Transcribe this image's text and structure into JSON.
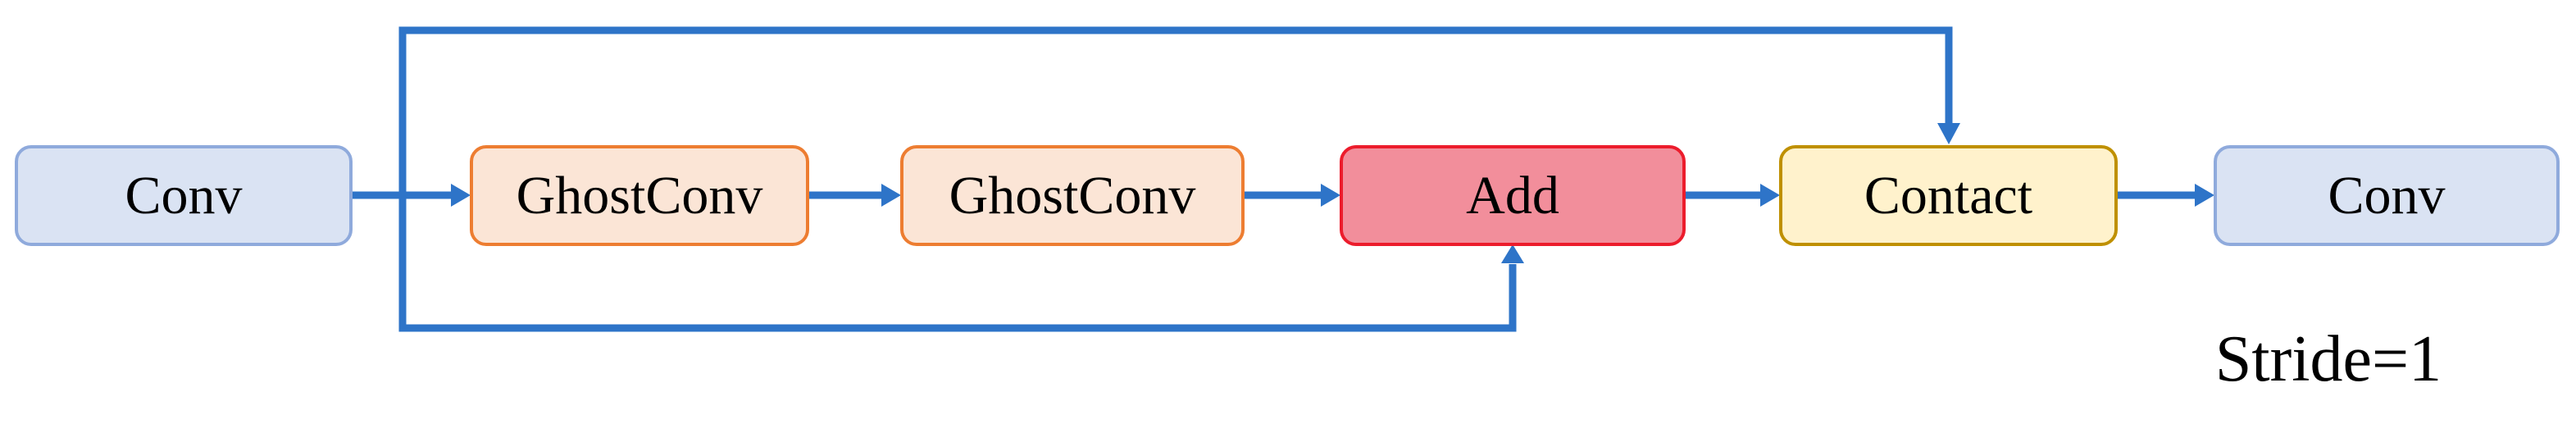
{
  "diagram": {
    "nodes": [
      {
        "id": "conv-in",
        "label": "Conv"
      },
      {
        "id": "ghostconv-1",
        "label": "GhostConv"
      },
      {
        "id": "ghostconv-2",
        "label": "GhostConv"
      },
      {
        "id": "add",
        "label": "Add"
      },
      {
        "id": "contact",
        "label": "Contact"
      },
      {
        "id": "conv-out",
        "label": "Conv"
      }
    ],
    "annotation": "Stride=1",
    "edges": [
      {
        "from": "conv-in",
        "to": "ghostconv-1",
        "type": "forward"
      },
      {
        "from": "ghostconv-1",
        "to": "ghostconv-2",
        "type": "forward"
      },
      {
        "from": "ghostconv-2",
        "to": "add",
        "type": "forward"
      },
      {
        "from": "add",
        "to": "contact",
        "type": "forward"
      },
      {
        "from": "contact",
        "to": "conv-out",
        "type": "forward"
      },
      {
        "from": "conv-in",
        "to": "contact",
        "type": "skip-top"
      },
      {
        "from": "conv-in",
        "to": "add",
        "type": "skip-bottom"
      }
    ]
  },
  "colors": {
    "arrow-blue": "#2E74C8",
    "conv-fill": "#DAE3F3",
    "conv-border": "#8FAADC",
    "ghost-fill": "#FBE5D6",
    "ghost-border": "#ED7D31",
    "add-fill": "#F28E9B",
    "add-border": "#EC1C2C",
    "contact-fill": "#FFF2CC",
    "contact-border": "#BF9000",
    "text": "#000000"
  }
}
